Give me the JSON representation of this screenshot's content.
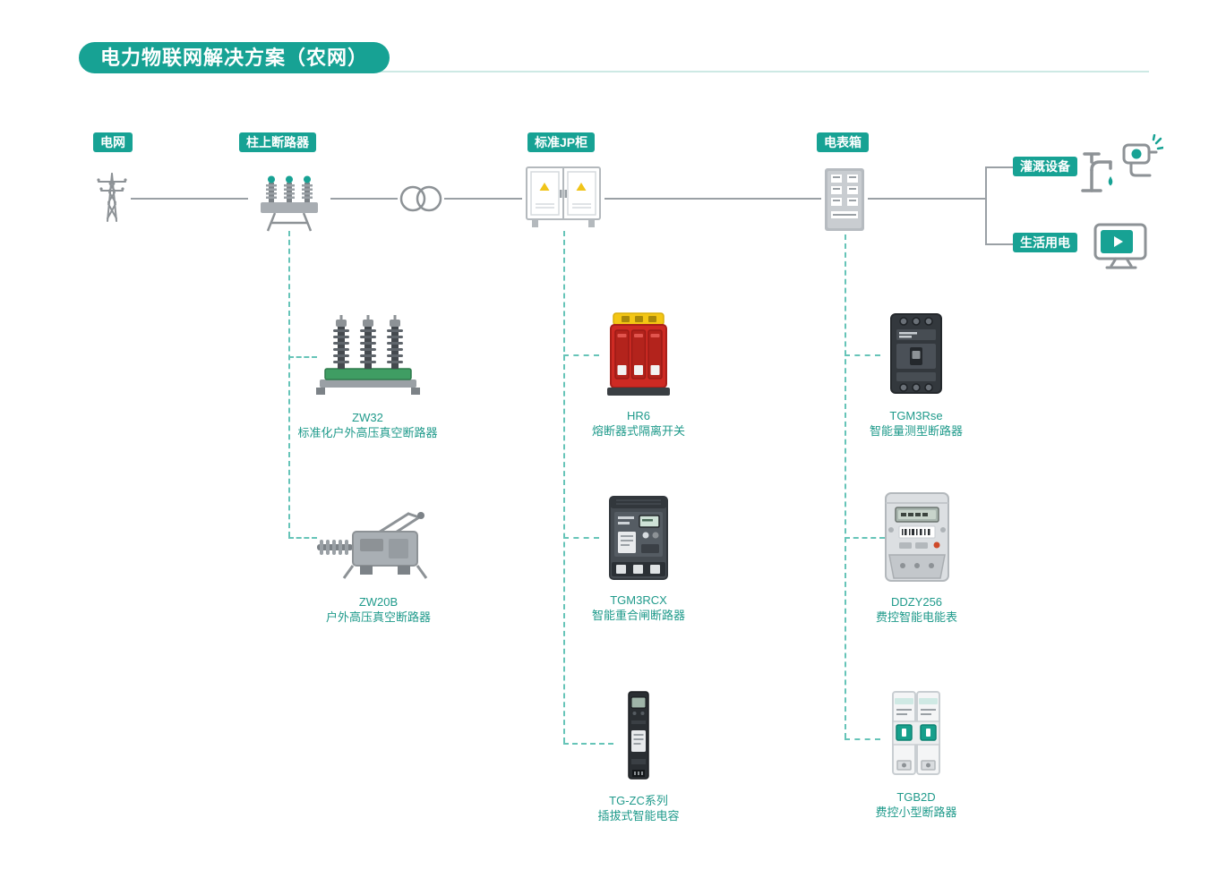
{
  "title": "电力物联网解决方案（农网）",
  "colors": {
    "accent": "#17a294",
    "dashed_line": "#66c4b8",
    "connector_line": "#9aa0a5",
    "product_text": "#1f9a8b",
    "hr6_red": "#ce2a23",
    "handle_yellow": "#f3c614"
  },
  "flow": {
    "grid_label": "电网",
    "pole_breaker_label": "柱上断路器",
    "jp_cabinet_label": "标准JP柜",
    "meter_box_label": "电表箱",
    "irrigation_label": "灌溉设备",
    "domestic_label": "生活用电"
  },
  "icons": {
    "grid": "transmission-tower-icon",
    "pole_breaker": "pole-breaker-icon",
    "transformer": "transformer-icon",
    "jp_cabinet": "jp-cabinet-icon",
    "meter_box": "meter-box-icon",
    "irrigation": "irrigation-faucet-icon",
    "domestic": "tv-monitor-icon"
  },
  "products": [
    {
      "model": "ZW32",
      "desc": "标准化户外高压真空断路器"
    },
    {
      "model": "ZW20B",
      "desc": "户外高压真空断路器"
    },
    {
      "model": "HR6",
      "desc": "熔断器式隔离开关"
    },
    {
      "model": "TGM3RCX",
      "desc": "智能重合闸断路器"
    },
    {
      "model": "TG-ZC系列",
      "desc": "插拔式智能电容"
    },
    {
      "model": "TGM3Rse",
      "desc": "智能量测型断路器"
    },
    {
      "model": "DDZY256",
      "desc": "费控智能电能表"
    },
    {
      "model": "TGB2D",
      "desc": "费控小型断路器"
    }
  ]
}
